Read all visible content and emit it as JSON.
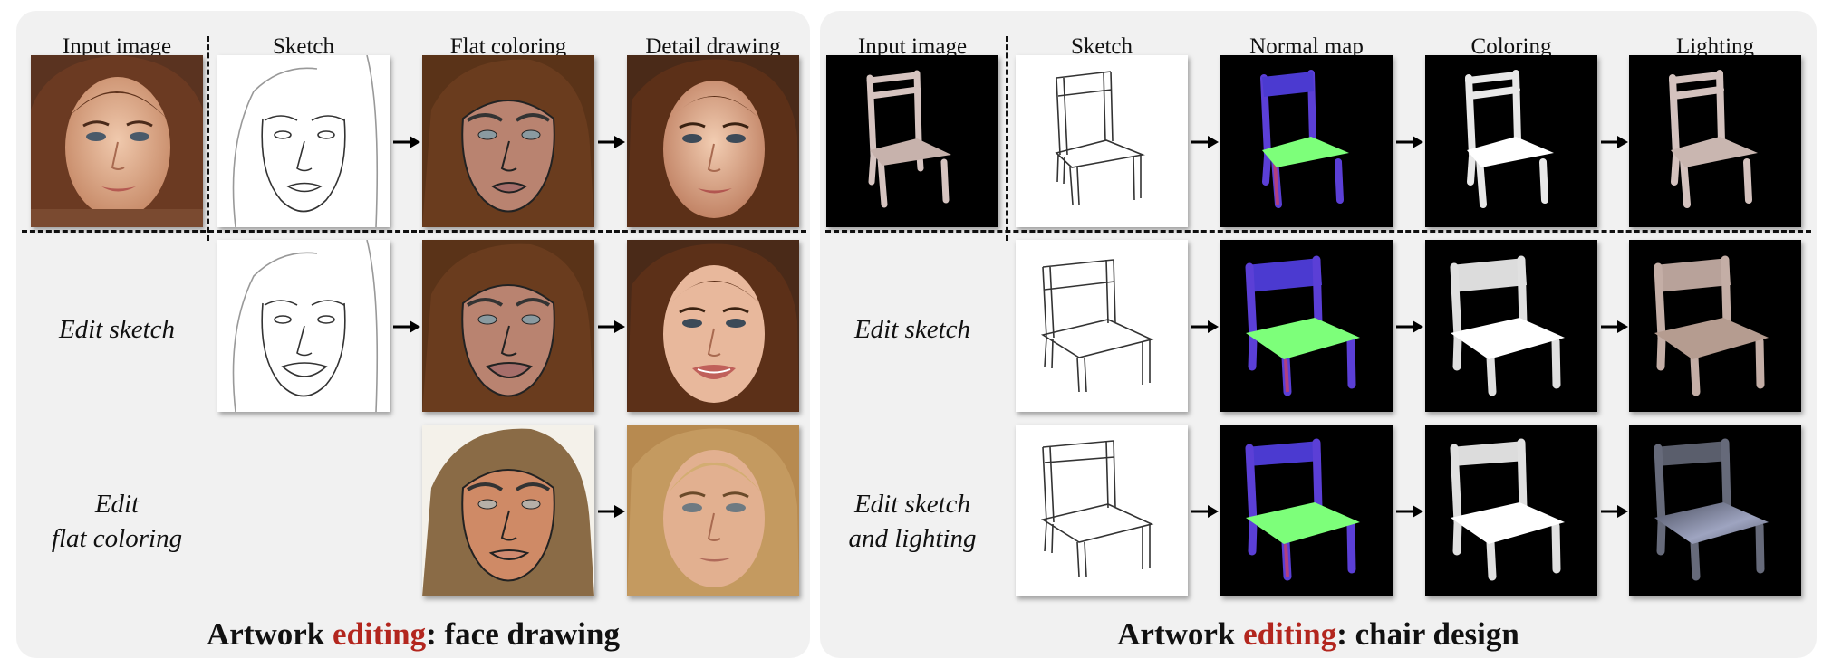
{
  "left_panel": {
    "columns": {
      "input": "Input image",
      "sketch": "Sketch",
      "flat": "Flat coloring",
      "detail": "Detail drawing"
    },
    "rows": {
      "edit_sketch": "Edit sketch",
      "edit_flat_line1": "Edit",
      "edit_flat_line2": "flat coloring"
    },
    "title": {
      "prefix": "Artwork ",
      "accent": "editing",
      "suffix": ": face drawing"
    }
  },
  "right_panel": {
    "columns": {
      "input": "Input image",
      "sketch": "Sketch",
      "normal": "Normal map",
      "coloring": "Coloring",
      "lighting": "Lighting"
    },
    "rows": {
      "edit_sketch": "Edit sketch",
      "edit_light_line1": "Edit sketch",
      "edit_light_line2": "and lighting"
    },
    "title": {
      "prefix": "Artwork ",
      "accent": "editing",
      "suffix": ": chair design"
    }
  },
  "colors": {
    "panel_bg": "#f1f1f1",
    "accent_red": "#b3261e",
    "normal_map_seat": "#7dff7a",
    "normal_map_frame": "#5b3fd6"
  }
}
